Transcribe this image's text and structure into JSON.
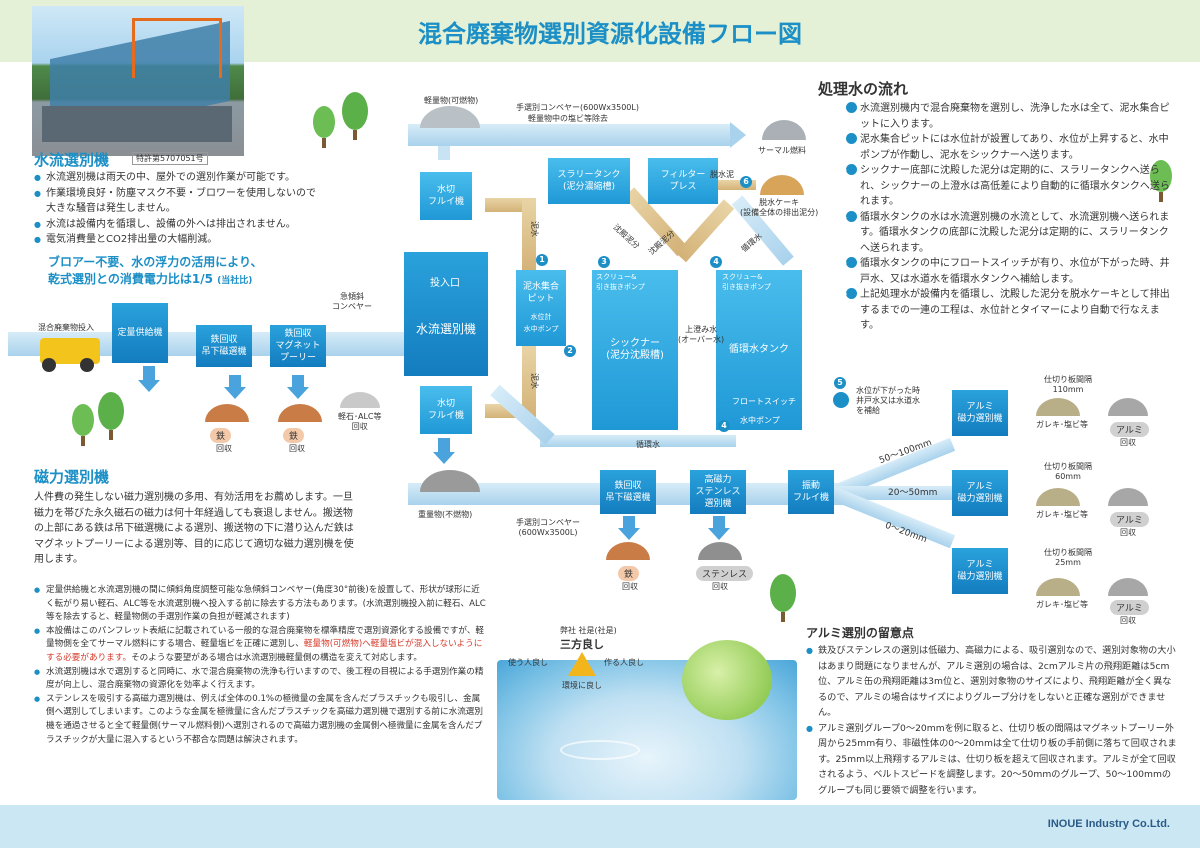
{
  "title": "混合廃棄物選別資源化設備フロー図",
  "company": "INOUE Industry Co.Ltd.",
  "water_sorter": {
    "heading": "水流選別機",
    "patent": "特許第5707051号",
    "bullets": [
      "水流選別機は雨天の中、屋外での選別作業が可能です。",
      "作業環境良好・防塵マスク不要・ブロワーを使用しないので大きな騒音は発生しません。",
      "水流は設備内を循環し、設備の外へは排出されません。",
      "電気消費量とCO2排出量の大幅削減。"
    ],
    "highlight_line1": "ブロアー不要、水の浮力の活用により、",
    "highlight_line2": "乾式選別との消費電力比は1/5",
    "highlight_note": "(当社比)"
  },
  "magnetic": {
    "heading": "磁力選別機",
    "text": "人件費の発生しない磁力選別機の多用、有効活用をお薦めします。一旦磁力を帯びた永久磁石の磁力は何十年経過しても衰退しません。搬送物の上部にある鉄は吊下磁選機による選別、搬送物の下に潜り込んだ鉄はマグネットプーリーによる選別等、目的に応じて適切な磁力選別機を使用します。"
  },
  "notes": {
    "n1": "定量供給機と水流選別機の間に傾斜角度調整可能な急傾斜コンベヤー(角度30°前後)を設置して、形状が球形に近く転がり易い軽石、ALC等を水流選別機へ投入する前に除去する方法もあります。(水流選別機投入前に軽石、ALC等を除去すると、軽量物側の手選別作業の負担が軽減されます)",
    "n2a": "本設備はこのパンフレット表紙に記載されている一般的な混合廃棄物を標準精度で選別資源化する設備ですが、軽量物側を全てサーマル燃料にする場合、軽量塩ビを正確に選別し、",
    "n2red": "軽量物(可燃物)へ軽量塩ビが混入しないようにする必要があります。",
    "n2b": "そのような要望がある場合は水流選別機軽量側の構造を変えて対応します。",
    "n3": "水流選別機は水で選別すると同時に、水で混合廃棄物の洗浄も行いますので、後工程の目視による手選別作業の精度が向上し、混合廃棄物の資源化を効率よく行えます。",
    "n4": "ステンレスを吸引する高磁力選別機は、例えば全体の0.1%の極微量の金属を含んだプラスチックも吸引し、金属側へ選別してしまいます。このような金属を極微量に含んだプラスチックを高磁力選別機で選別する前に水流選別機を通過させると全て軽量側(サーマル燃料側)へ選別されるので高磁力選別機の金属側へ極微量に金属を含んだプラスチックが大量に混入するという不都合な問題は解決されます。"
  },
  "sanpo": {
    "top": "弊社 社是(社是)",
    "title": "三方良し",
    "left": "使う人良し",
    "right": "作る人良し",
    "bottom": "環境に良し"
  },
  "water_flow": {
    "heading": "処理水の流れ",
    "items": [
      "水流選別機内で混合廃棄物を選別し、洗浄した水は全て、泥水集合ピットに入ります。",
      "泥水集合ピットには水位計が設置してあり、水位が上昇すると、水中ポンプが作動し、泥水をシックナーへ送ります。",
      "シックナー底部に沈殿した泥分は定期的に、スラリータンクへ送られ、シックナーの上澄水は高低差により自動的に循環水タンクへ送られます。",
      "循環水タンクの水は水流選別機の水流として、水流選別機へ送られます。循環水タンクの底部に沈殿した泥分は定期的に、スラリータンクへ送られます。",
      "循環水タンクの中にフロートスイッチが有り、水位が下がった時、井戸水、又は水道水を循環水タンクへ補給します。",
      "上記処理水が設備内を循環し、沈殿した泥分を脱水ケーキとして排出するまでの一連の工程は、水位計とタイマーにより自動で行なえます。"
    ]
  },
  "aluminum": {
    "heading": "アルミ選別の留意点",
    "bullets": [
      "鉄及びステンレスの選別は低磁力、高磁力による、吸引選別なので、選別対象物の大小はあまり問題になりませんが、アルミ選別の場合は、2cmアルミ片の飛翔距離は5cm位、アルミ缶の飛翔距離は3m位と、選別対象物のサイズにより、飛翔距離が全く異なるので、アルミの場合はサイズによりグループ分けをしないと正確な選別ができません。",
      "アルミ選別グループ0〜20mmを例に取ると、仕切り板の間隔はマグネットプーリー外周から25mm有り、非磁性体の0〜20mmは全て仕切り板の手前側に落ちて回収されます。25mm以上飛翔するアルミは、仕切り板を超えて回収されます。アルミが全て回収されるよう、ベルトスピードを調整します。20〜50mmのグループ、50〜100mmのグループも同じ要領で調整を行います。"
    ]
  },
  "flow": {
    "input": "混合廃棄物投入",
    "feeder": "定量供給機",
    "susp_mag1": "鉄回収\n吊下磁選機",
    "pulley": "鉄回収\nマグネット\nプーリー",
    "steep_conv": "急傾斜\nコンベヤー",
    "inlet": "投入口",
    "water_sorter": "水流選別機",
    "dewater_top": "水切\nフルイ機",
    "dewater_bot": "水切\nフルイ機",
    "pit": "泥水集合\nピット",
    "level_gauge": "水位計",
    "pump_pit": "水中ポンプ",
    "slurry": "スラリータンク\n(泥分濃縮槽)",
    "filter": "フィルター\nプレス",
    "thickener": "シックナー\n(泥分沈殿槽)",
    "circ_tank": "循環水タンク",
    "float_sw": "フロートスイッチ",
    "pump_circ": "水中ポンプ",
    "screw1": "スクリュー&\n引き抜きポンプ",
    "screw2": "スクリュー&\n引き抜きポンプ",
    "light": "軽量物(可燃物)",
    "hand_top1": "手選別コンベヤー(600Wx3500L)",
    "hand_top2": "軽量物中の塩ビ等除去",
    "thermal": "サーマル燃料",
    "cake": "脱水ケーキ\n(設備全体の排出泥分)",
    "heavy": "重量物(不燃物)",
    "hand_bot": "手選別コンベヤー\n(600Wx3500L)",
    "susp_mag2": "鉄回収\n吊下磁選機",
    "hi_mag": "高磁力\nステンレス\n選別機",
    "vib": "振動\nフルイ機",
    "alu_sorter": "アルミ\n磁力選別機",
    "pumice": "軽石･ALC等\n回収",
    "iron": "鉄",
    "stainless": "ステンレス",
    "kaishu": "回収",
    "mud_water": "泥水",
    "circ_water": "循環水",
    "overflow": "上澄み水\n(オーバー水)",
    "sludge": "沈殿泥分",
    "mud": "泥分",
    "dewater_mud": "脱水泥",
    "refill": "水位が下がった時\n井戸水又は水道水\nを補給",
    "r1": "50〜100mm",
    "r2": "20〜50mm",
    "r3": "0〜20mm",
    "sep1": "仕切り板間隔\n110mm",
    "sep2": "仕切り板間隔\n60mm",
    "sep3": "仕切り板間隔\n25mm",
    "garekiv": "ガレキ･塩ビ等",
    "alumi": "アルミ"
  },
  "colors": {
    "accent": "#1b8fc6",
    "machine": "#1f8fd0",
    "pipe_gold": "#d9bb82",
    "red": "#d63a2a"
  }
}
